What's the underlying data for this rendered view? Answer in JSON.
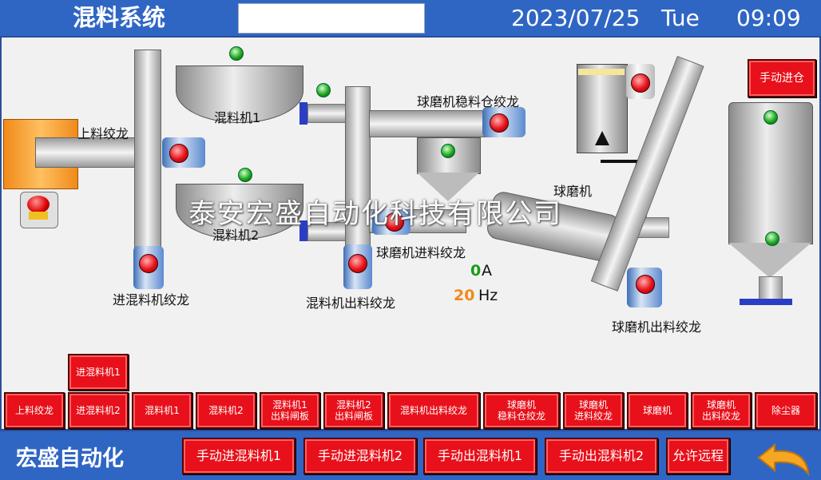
{
  "header": {
    "title": "混料系统",
    "date": "2023/07/25",
    "weekday": "Tue",
    "time": "09:09"
  },
  "process": {
    "feed_screw": "上料绞龙",
    "mixer1": "混料机1",
    "mixer2": "混料机2",
    "mixer_in_screw": "进混料机绞龙",
    "mixer_out_screw": "混料机出料绞龙",
    "mill_buffer_screw": "球磨机稳料仓绞龙",
    "ball_mill": "球磨机",
    "mill_in_screw": "球磨机进料绞龙",
    "mill_out_screw": "球磨机出料绞龙",
    "current_value": "0",
    "current_unit": "A",
    "freq_value": "20",
    "freq_unit": "Hz",
    "watermark": "泰安宏盛自动化科技有限公司"
  },
  "buttons": {
    "manual_feed_silo": "手动进仓",
    "row_top": "进混料机1",
    "row": [
      "上料绞龙",
      "进混料机2",
      "混料机1",
      "混料机2",
      "混料机1\n出料闸板",
      "混料机2\n出料闸板",
      "混料机出料绞龙",
      "球磨机\n稳料仓绞龙",
      "球磨机\n进料绞龙",
      "球磨机",
      "球磨机\n出料绞龙",
      "除尘器"
    ]
  },
  "footer": {
    "brand": "宏盛自动化",
    "buttons": [
      "手动进混料机1",
      "手动进混料机2",
      "手动出混料机1",
      "手动出混料机2",
      "允许远程"
    ],
    "back_icon": "back-arrow-icon"
  },
  "colors": {
    "header_bg": "#2f66c4",
    "button_red": "#e8101a",
    "led_green": "#1ea81e",
    "current_color": "#1a9a1a",
    "freq_color": "#f08a1a"
  }
}
